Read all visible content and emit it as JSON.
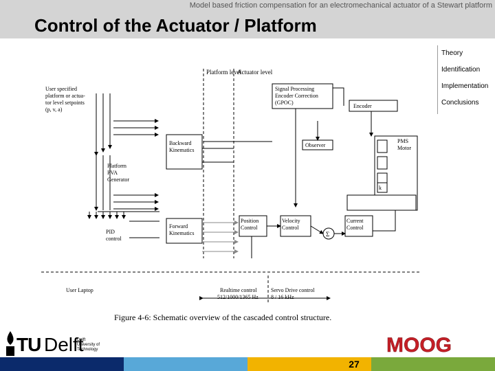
{
  "header": {
    "subtitle": "Model based friction compensation for an electromechanical actuator of a Stewart platform",
    "title": "Control of the Actuator / Platform"
  },
  "nav": {
    "items": [
      "Theory",
      "Identification",
      "Implementation",
      "Conclusions"
    ]
  },
  "diagram": {
    "labels": {
      "platform_level": "Platform level",
      "actuator_level": "Actuator level",
      "user_setpoints": [
        "User specified",
        "platform or actua-",
        "tor level setpoints",
        "(p, v, a)"
      ],
      "signal_processing": [
        "Signal Processing",
        "Encoder Correction",
        "(GPOC)"
      ],
      "encoder": "Encoder",
      "pms_motor": [
        "PMS",
        "Motor"
      ],
      "observer": "Observer",
      "backward_kinematics": [
        "Backward",
        "Kinematics"
      ],
      "platform_pva": [
        "Platform",
        "PVA",
        "Generator"
      ],
      "forward_kinematics": [
        "Forward",
        "Kinematics"
      ],
      "position_control": [
        "Position",
        "Control"
      ],
      "velocity_control": [
        "Velocity",
        "Control"
      ],
      "current_control": [
        "Current",
        "Control"
      ],
      "pid_control": [
        "PID",
        "control"
      ],
      "user_laptop": "User Laptop",
      "realtime_control": [
        "Realtime control",
        "512/1000/1365 Hz"
      ],
      "servo_drive_control": [
        "Servo Drive control",
        "8 / 16 kHz"
      ],
      "kt": "k",
      "sum": "Σ"
    },
    "caption": "Figure 4-6: Schematic overview of the cascaded control structure."
  },
  "footer": {
    "page_number": "27",
    "logo_left": {
      "tu": "TU",
      "delft": "Delft",
      "small": [
        "Delft",
        "University of",
        "Technology"
      ]
    },
    "logo_right": "MOOG",
    "colors": {
      "dark_blue": "#0b2a6b",
      "blue": "#1f5fae",
      "light_blue": "#58a8d8",
      "yellow": "#f2b300",
      "green": "#7aa93c"
    }
  }
}
